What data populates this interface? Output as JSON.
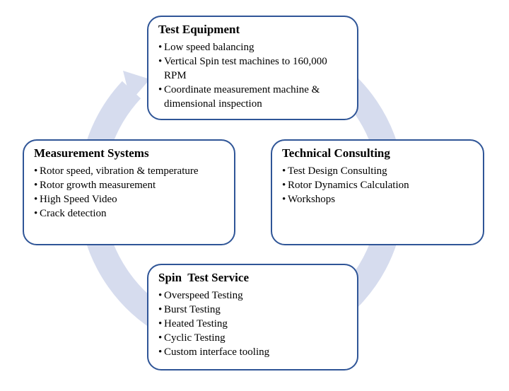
{
  "colors": {
    "box_border": "#2f5597",
    "cycle_ring": "#d6dcee",
    "text": "#000000",
    "background": "#ffffff"
  },
  "boxes": [
    {
      "title": "Test Equipment",
      "items": [
        "Low speed balancing",
        "Vertical Spin test machines to 160,000 RPM",
        "Coordinate measurement machine & dimensional inspection"
      ]
    },
    {
      "title": "Technical Consulting",
      "items": [
        "Test Design Consulting",
        "Rotor Dynamics Calculation",
        "Workshops"
      ]
    },
    {
      "title": "Spin  Test Service",
      "items": [
        "Overspeed Testing",
        "Burst Testing",
        "Heated Testing",
        "Cyclic Testing",
        "Custom interface tooling"
      ]
    },
    {
      "title": "Measurement Systems",
      "items": [
        "Rotor speed, vibration & temperature",
        "Rotor growth measurement",
        "High Speed Video",
        "Crack detection"
      ]
    }
  ]
}
